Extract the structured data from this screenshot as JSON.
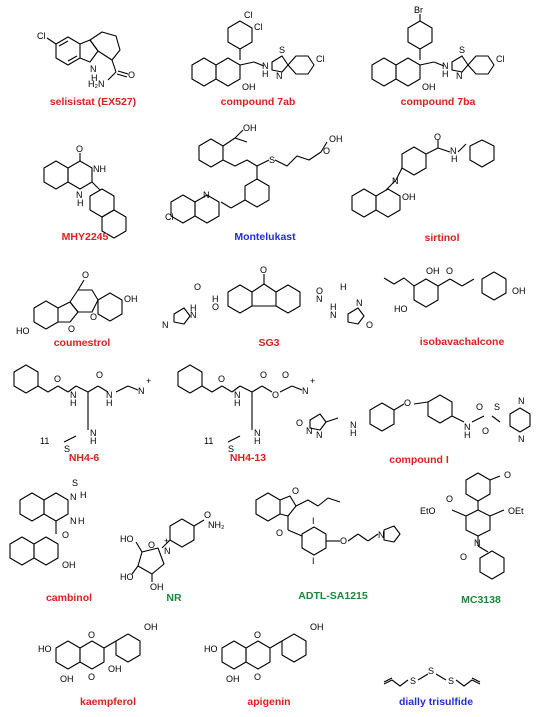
{
  "colors": {
    "red": "#e0201b",
    "blue": "#1f2fd8",
    "green": "#168a3a"
  },
  "compounds": [
    {
      "id": "c1",
      "name": "selisistat (EX527)",
      "color": "red",
      "atoms": [
        "Cl",
        "N",
        "H",
        "H₂N",
        "O"
      ]
    },
    {
      "id": "c2",
      "name": "compound 7ab",
      "color": "red",
      "atoms": [
        "Cl",
        "Cl",
        "S",
        "N",
        "N",
        "H",
        "OH",
        "Cl"
      ]
    },
    {
      "id": "c3",
      "name": "compound 7ba",
      "color": "red",
      "atoms": [
        "Br",
        "S",
        "N",
        "N",
        "H",
        "OH",
        "Cl"
      ]
    },
    {
      "id": "c4",
      "name": "MHY2245",
      "color": "red",
      "atoms": [
        "O",
        "NH",
        "N",
        "H"
      ]
    },
    {
      "id": "c5",
      "name": "Montelukast",
      "color": "blue",
      "atoms": [
        "OH",
        "S",
        "OH",
        "O",
        "Cl",
        "N"
      ]
    },
    {
      "id": "c6",
      "name": "sirtinol",
      "color": "red",
      "atoms": [
        "O",
        "N",
        "H",
        "N",
        "OH"
      ]
    },
    {
      "id": "c7",
      "name": "coumestrol",
      "color": "red",
      "atoms": [
        "O",
        "O",
        "OH",
        "HO",
        "O"
      ]
    },
    {
      "id": "c8",
      "name": "SG3",
      "color": "red",
      "atoms": [
        "O",
        "N",
        "O",
        "H",
        "N",
        "H",
        "O",
        "N",
        "O",
        "H",
        "N",
        "H",
        "N",
        "O"
      ]
    },
    {
      "id": "c9",
      "name": "isobavachalcone",
      "color": "red",
      "atoms": [
        "OH",
        "O",
        "HO",
        "OH"
      ]
    },
    {
      "id": "c10",
      "name": "NH4-6",
      "color": "red",
      "atoms": [
        "O",
        "O",
        "N",
        "H",
        "N",
        "H",
        "+",
        "N",
        "11",
        "N",
        "H",
        "S"
      ]
    },
    {
      "id": "c11",
      "name": "NH4-13",
      "color": "red",
      "atoms": [
        "O",
        "O",
        "N",
        "H",
        "O",
        "O",
        "+",
        "N",
        "11",
        "N",
        "H",
        "S"
      ]
    },
    {
      "id": "c12",
      "name": "compound I",
      "color": "red",
      "atoms": [
        "O",
        "N",
        "N",
        "N",
        "H",
        "O",
        "O",
        "N",
        "H",
        "O",
        "S",
        "N",
        "N"
      ]
    },
    {
      "id": "c13",
      "name": "cambinol",
      "color": "red",
      "atoms": [
        "S",
        "H",
        "N",
        "N",
        "H",
        "O",
        "OH"
      ]
    },
    {
      "id": "c14",
      "name": "NR",
      "color": "green",
      "atoms": [
        "O",
        "NH₂",
        "HO",
        "O",
        "N",
        "+",
        "HO",
        "OH"
      ]
    },
    {
      "id": "c15",
      "name": "ADTL-SA1215",
      "color": "green",
      "atoms": [
        "O",
        "I",
        "O",
        "N",
        "I",
        "O"
      ]
    },
    {
      "id": "c16",
      "name": "MC3138",
      "color": "green",
      "atoms": [
        "O",
        "EtO",
        "O",
        "OEt",
        "N",
        "O"
      ]
    },
    {
      "id": "c17",
      "name": "kaempferol",
      "color": "red",
      "atoms": [
        "OH",
        "HO",
        "O",
        "OH",
        "OH",
        "O"
      ]
    },
    {
      "id": "c18",
      "name": "apigenin",
      "color": "red",
      "atoms": [
        "OH",
        "HO",
        "O",
        "OH",
        "O"
      ]
    },
    {
      "id": "c19",
      "name": "dially trisulfide",
      "color": "blue",
      "atoms": [
        "S",
        "S",
        "S"
      ]
    }
  ]
}
